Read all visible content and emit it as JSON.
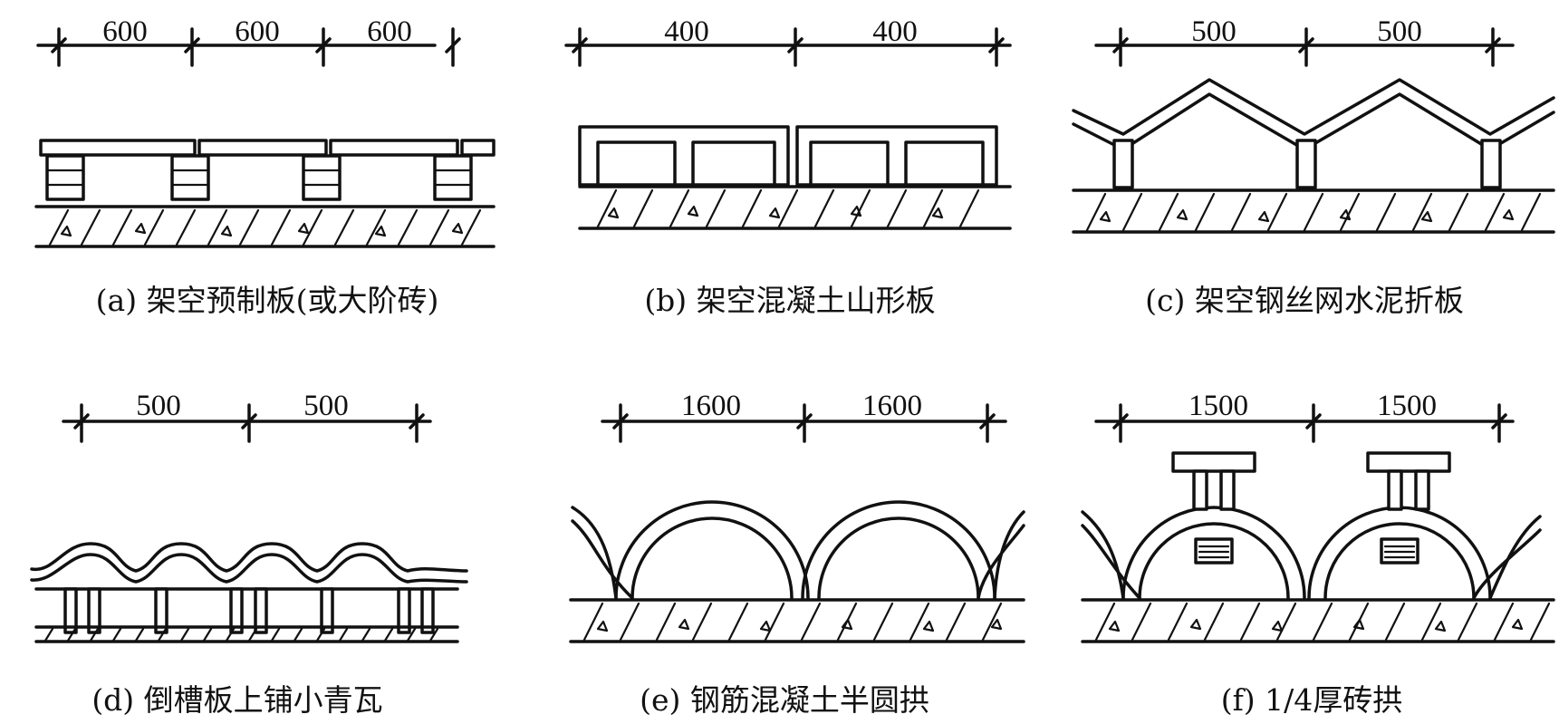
{
  "panels": {
    "a": {
      "caption": "(a) 架空预制板(或大阶砖)",
      "dims": [
        "600",
        "600",
        "600"
      ]
    },
    "b": {
      "caption": "(b) 架空混凝土山形板",
      "dims": [
        "400",
        "400"
      ]
    },
    "c": {
      "caption": "(c) 架空钢丝网水泥折板",
      "dims": [
        "500",
        "500"
      ]
    },
    "d": {
      "caption": "(d) 倒槽板上铺小青瓦",
      "dims": [
        "500",
        "500"
      ]
    },
    "e": {
      "caption": "(e) 钢筋混凝土半圆拱",
      "dims": [
        "1600",
        "1600"
      ]
    },
    "f": {
      "caption": "(f) 1/4厚砖拱",
      "dims": [
        "1500",
        "1500"
      ]
    }
  }
}
